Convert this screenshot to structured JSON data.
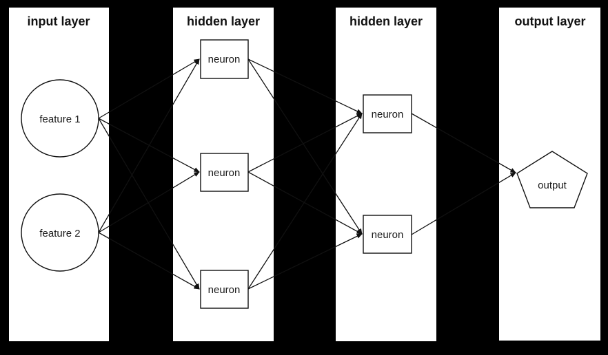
{
  "diagram": {
    "type": "neural-network-architecture",
    "background_color": "#000000",
    "panel_color": "#ffffff",
    "stroke_color": "#111111",
    "layers": [
      {
        "id": "input",
        "title": "input layer",
        "nodes": [
          {
            "id": "feature1",
            "label": "feature 1",
            "shape": "circle"
          },
          {
            "id": "feature2",
            "label": "feature 2",
            "shape": "circle"
          }
        ]
      },
      {
        "id": "hidden1",
        "title": "hidden layer",
        "nodes": [
          {
            "id": "h1n1",
            "label": "neuron",
            "shape": "rect"
          },
          {
            "id": "h1n2",
            "label": "neuron",
            "shape": "rect"
          },
          {
            "id": "h1n3",
            "label": "neuron",
            "shape": "rect"
          }
        ]
      },
      {
        "id": "hidden2",
        "title": "hidden layer",
        "nodes": [
          {
            "id": "h2n1",
            "label": "neuron",
            "shape": "rect"
          },
          {
            "id": "h2n2",
            "label": "neuron",
            "shape": "rect"
          }
        ]
      },
      {
        "id": "output",
        "title": "output layer",
        "nodes": [
          {
            "id": "out1",
            "label": "output",
            "shape": "pentagon"
          }
        ]
      }
    ],
    "edges": [
      {
        "from": "feature1",
        "to": "h1n1"
      },
      {
        "from": "feature1",
        "to": "h1n2"
      },
      {
        "from": "feature1",
        "to": "h1n3"
      },
      {
        "from": "feature2",
        "to": "h1n1"
      },
      {
        "from": "feature2",
        "to": "h1n2"
      },
      {
        "from": "feature2",
        "to": "h1n3"
      },
      {
        "from": "h1n1",
        "to": "h2n1"
      },
      {
        "from": "h1n1",
        "to": "h2n2"
      },
      {
        "from": "h1n2",
        "to": "h2n1"
      },
      {
        "from": "h1n2",
        "to": "h2n2"
      },
      {
        "from": "h1n3",
        "to": "h2n1"
      },
      {
        "from": "h1n3",
        "to": "h2n2"
      },
      {
        "from": "h2n1",
        "to": "out1"
      },
      {
        "from": "h2n2",
        "to": "out1"
      }
    ]
  }
}
